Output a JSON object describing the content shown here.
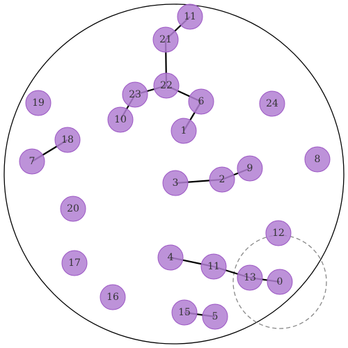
{
  "graph": {
    "node_fill": "#b27fd2",
    "node_stroke": "#9c57c4",
    "edge_color": "#000000",
    "highlight_ring_color": "#888888",
    "highlight_ring_style": "dashed",
    "highlighted_node": "0",
    "nodes": [
      {
        "id": "0",
        "label": "0"
      },
      {
        "id": "1",
        "label": "1"
      },
      {
        "id": "2",
        "label": "2"
      },
      {
        "id": "3",
        "label": "3"
      },
      {
        "id": "4",
        "label": "4"
      },
      {
        "id": "5",
        "label": "5"
      },
      {
        "id": "6",
        "label": "6"
      },
      {
        "id": "7",
        "label": "7"
      },
      {
        "id": "8",
        "label": "8"
      },
      {
        "id": "9",
        "label": "9"
      },
      {
        "id": "10",
        "label": "10"
      },
      {
        "id": "11a",
        "label": "11"
      },
      {
        "id": "11b",
        "label": "11"
      },
      {
        "id": "12",
        "label": "12"
      },
      {
        "id": "13",
        "label": "13"
      },
      {
        "id": "15",
        "label": "15"
      },
      {
        "id": "16",
        "label": "16"
      },
      {
        "id": "17",
        "label": "17"
      },
      {
        "id": "18",
        "label": "18"
      },
      {
        "id": "19",
        "label": "19"
      },
      {
        "id": "20",
        "label": "20"
      },
      {
        "id": "21",
        "label": "21"
      },
      {
        "id": "22",
        "label": "22"
      },
      {
        "id": "23",
        "label": "23"
      },
      {
        "id": "24",
        "label": "24"
      }
    ],
    "edges": [
      [
        "11a",
        "21"
      ],
      [
        "21",
        "22"
      ],
      [
        "22",
        "23"
      ],
      [
        "22",
        "6"
      ],
      [
        "23",
        "10"
      ],
      [
        "6",
        "1"
      ],
      [
        "18",
        "7"
      ],
      [
        "3",
        "2"
      ],
      [
        "2",
        "9"
      ],
      [
        "4",
        "11b"
      ],
      [
        "11b",
        "13"
      ],
      [
        "13",
        "0"
      ],
      [
        "15",
        "5"
      ]
    ]
  }
}
